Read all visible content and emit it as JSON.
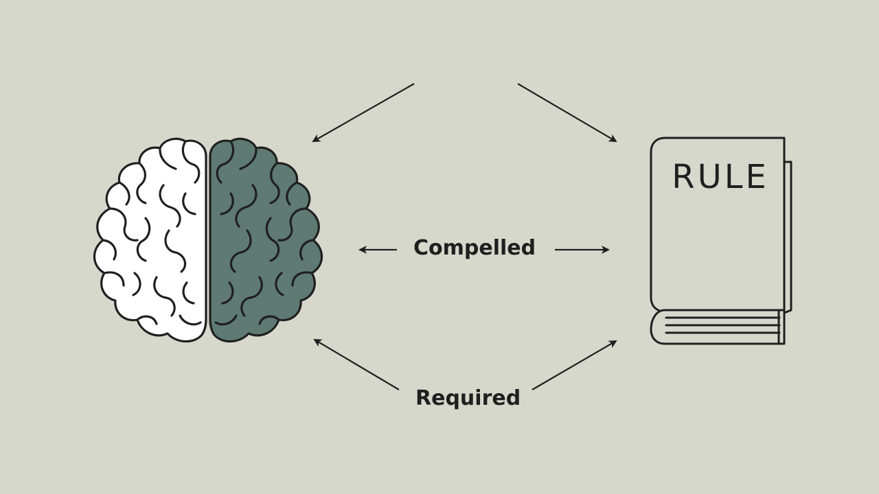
{
  "diagram": {
    "colors": {
      "background": "#d6d8cc",
      "ink": "#1f1f1f",
      "brain_right_fill": "#5e7a72",
      "brain_left_fill": "#ffffff",
      "book_fill": "#d6d8cc"
    },
    "nodes": {
      "brain": {
        "icon": "brain-icon"
      },
      "rulebook": {
        "icon": "book-icon",
        "title": "RULE"
      }
    },
    "edges": {
      "middle": {
        "label": "Compelled",
        "direction": "bidirectional"
      },
      "bottom": {
        "label": "Required",
        "direction": "bidirectional"
      },
      "top": {
        "label": "",
        "direction": "bidirectional"
      }
    }
  }
}
